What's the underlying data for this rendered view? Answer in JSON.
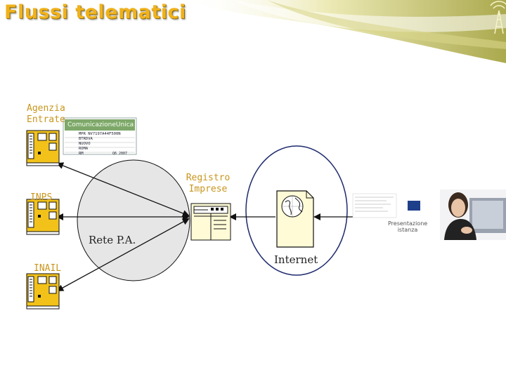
{
  "title": "Flussi telematici",
  "nodes": {
    "agenzia_entrate": "Agenzia Entrate",
    "inps": "INPS",
    "inail": "INAIL",
    "registro_imprese": "Registro Imprese",
    "rete_pa": "Rete P.A.",
    "internet": "Internet",
    "presentazione": "Presentazione istanza"
  },
  "comunicazione_unica": {
    "title": "ComunicazioneUnica",
    "lines": [
      "MPR NV7197A44F500N",
      "BTRDVA",
      "NUOVO",
      "ROMA",
      "RM",
      "Q6 2007"
    ]
  },
  "colors": {
    "title": "#f0b21c",
    "label_orange": "#c9961e",
    "header_yellow": "#a9a63a",
    "server": "#f2c21a",
    "rete_fill": "#e6e6e6",
    "internet_border": "#1e2a6e",
    "green_band": "#7ea86a"
  },
  "icons": [
    "server-icon",
    "document-icon",
    "globe-icon",
    "antenna-icon",
    "person-photo"
  ]
}
